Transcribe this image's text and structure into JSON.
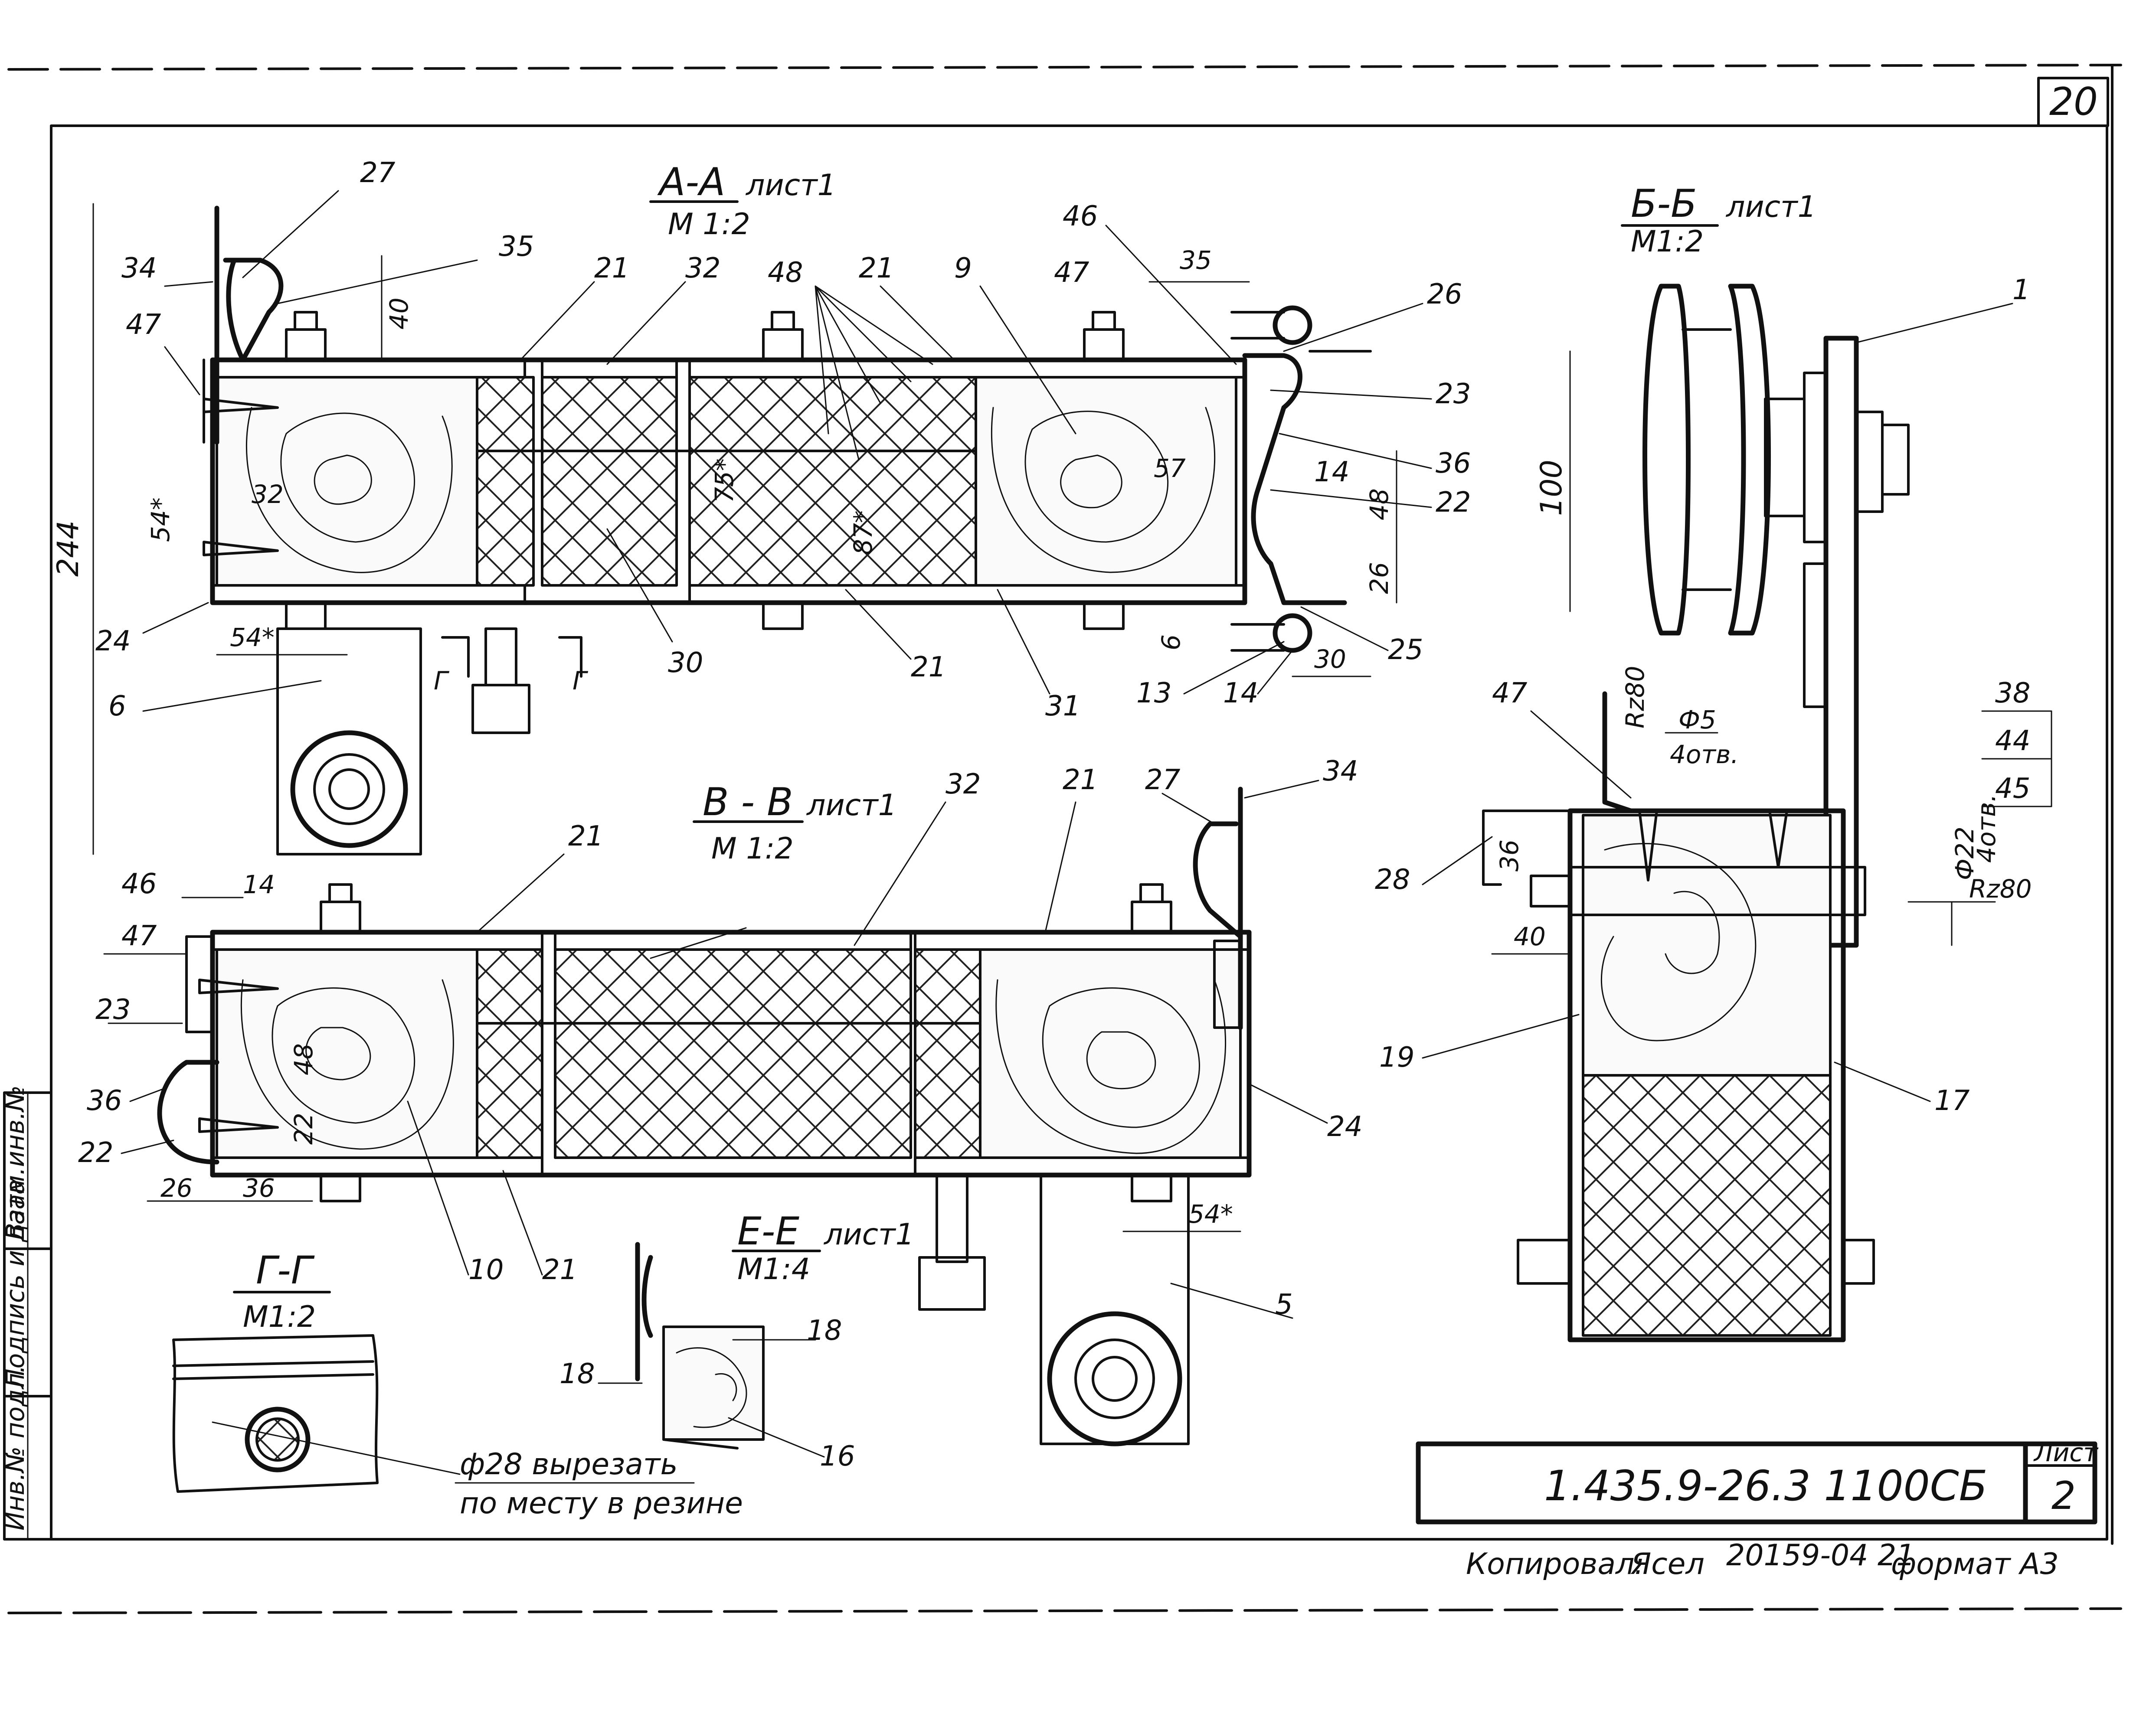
{
  "sheet_number": "20",
  "sections": {
    "aa": {
      "title": "А-А",
      "ref": "лист1",
      "scale": "М 1:2"
    },
    "bb": {
      "title": "Б-Б",
      "ref": "лист1",
      "scale": "М1:2"
    },
    "vv": {
      "title": "В - В",
      "ref": "лист1",
      "scale": "М 1:2"
    },
    "gg": {
      "title": "Г-Г",
      "scale": "М1:2"
    },
    "ee": {
      "title": "Е-Е",
      "ref": "лист1",
      "scale": "М1:4"
    }
  },
  "note": {
    "line1": "ф28 вырезать",
    "line2": "по месту в резине"
  },
  "dimensions": {
    "d244": "244",
    "d40": "40",
    "d54_left": "54*",
    "d32": "32",
    "d54_bottom": "54*",
    "d35_top": "35",
    "d100": "100",
    "d75": "75*",
    "d87": "87*",
    "d57": "57",
    "d48_a": "48",
    "d26_a": "26",
    "d6": "6",
    "d30": "30",
    "d14_v": "14",
    "d48_v": "48",
    "d22_v": "22",
    "d26_v": "26",
    "d36_v": "36",
    "d54_v": "54*",
    "d36_b": "36",
    "d40_b": "40",
    "phi22": "Ф22",
    "holes2": "4отв.",
    "rz80_b": "Rz80",
    "phi5": "Ф5",
    "holes1": "4отв.",
    "rz80_a": "Rz80",
    "g_mark": "Г"
  },
  "leaders": {
    "l1": "1",
    "l5": "5",
    "l6": "6",
    "l9": "9",
    "l10": "10",
    "l13": "13",
    "l14": "14",
    "l14b": "14",
    "l16": "16",
    "l17": "17",
    "l18a": "18",
    "l18b": "18",
    "l19": "19",
    "l21a": "21",
    "l21b": "21",
    "l21c": "21",
    "l21d": "21",
    "l21e": "21",
    "l21f": "21",
    "l22a": "22",
    "l22b": "22",
    "l23a": "23",
    "l23b": "23",
    "l24a": "24",
    "l24b": "24",
    "l25": "25",
    "l26": "26",
    "l27a": "27",
    "l27b": "27",
    "l28": "28",
    "l30": "30",
    "l31": "31",
    "l32a": "32",
    "l32b": "32",
    "l34a": "34",
    "l34b": "34",
    "l35": "35",
    "l36a": "36",
    "l36b": "36",
    "l38": "38",
    "l44": "44",
    "l45": "45",
    "l46a": "46",
    "l46b": "46",
    "l47a": "47",
    "l47b": "47",
    "l47c": "47",
    "l47d": "47",
    "l48": "48"
  },
  "side_stamp": {
    "c1": "Инв.№ подл.",
    "c2": "Подпись и дата",
    "c3": "Взам.инв.№"
  },
  "title_block": {
    "designation": "1.435.9-26.3 1100СБ",
    "sheet_label": "Лист",
    "sheet_value": "2"
  },
  "footer": {
    "copied_label": "Копировал:",
    "signature": "Ясел",
    "order": "20159-04 21",
    "format": "формат А3"
  }
}
